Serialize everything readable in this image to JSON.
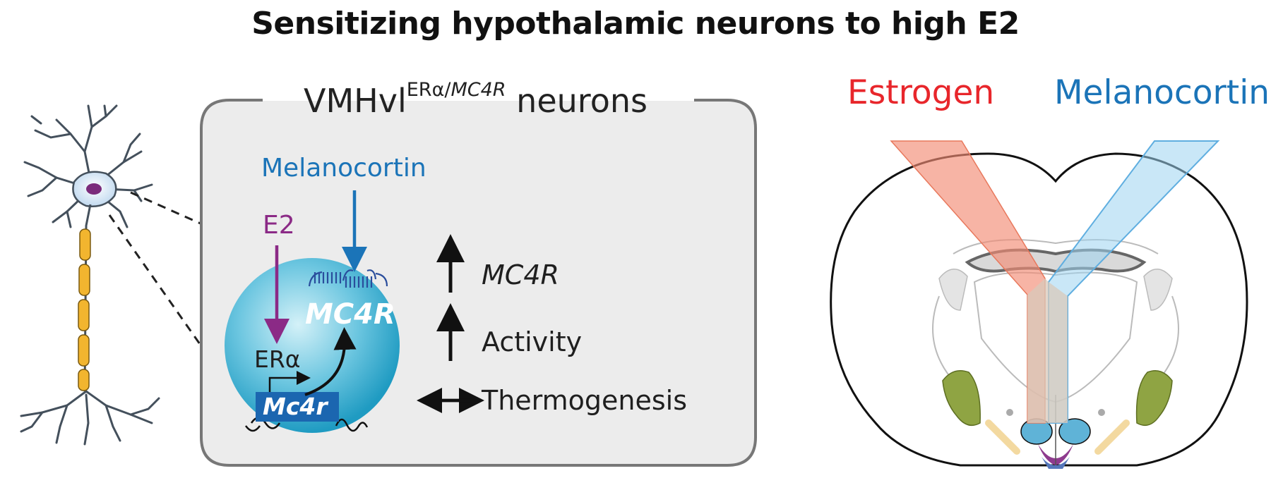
{
  "title": "Sensitizing hypothalamic neurons to high E2",
  "box": {
    "title_main": "VMHvl",
    "title_sup_1": "ERα/",
    "title_sup_2": "MC4R",
    "title_tail": " neurons",
    "melanocortin_label": "Melanocortin",
    "e2_label": "E2",
    "receptor_label": "MC4R",
    "er_label": "ERα",
    "gene_label": "Mc4r"
  },
  "effects": [
    {
      "label": "MC4R",
      "direction": "up"
    },
    {
      "label": "Activity",
      "direction": "up"
    },
    {
      "label": "Thermogenesis",
      "direction": "unchanged"
    }
  ],
  "brain": {
    "estrogen_label": "Estrogen",
    "melanocortin_label": "Melanocortin"
  },
  "colors": {
    "e2": "#8b2a86",
    "melanocortin": "#1b74b8",
    "estrogen": "#e8262b",
    "cell_fill": "#2aa9cc",
    "box_fill": "#ececec",
    "axon_myelin": "#f2b52f",
    "brain_green": "#8fa443",
    "brain_purple": "#8e3b8e"
  },
  "icons": [
    "neuron-illustration",
    "brain-section-illustration"
  ]
}
